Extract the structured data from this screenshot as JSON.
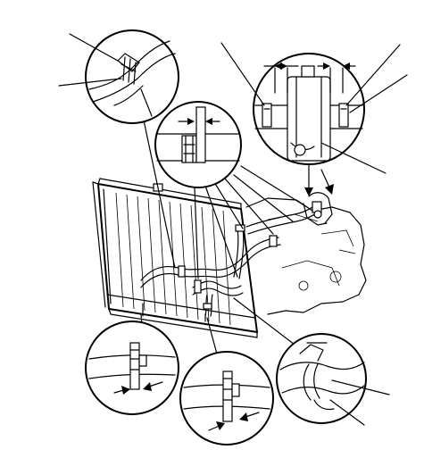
{
  "figure": {
    "description_visible_text": [],
    "detail_views": [
      {
        "key": "hose-clip-upper-left"
      },
      {
        "key": "hose-joint-center"
      },
      {
        "key": "hose-clamp-upper-right"
      },
      {
        "key": "hose-joint-lower-left"
      },
      {
        "key": "hose-joint-lower-center"
      },
      {
        "key": "hose-clip-lower-right"
      }
    ]
  }
}
